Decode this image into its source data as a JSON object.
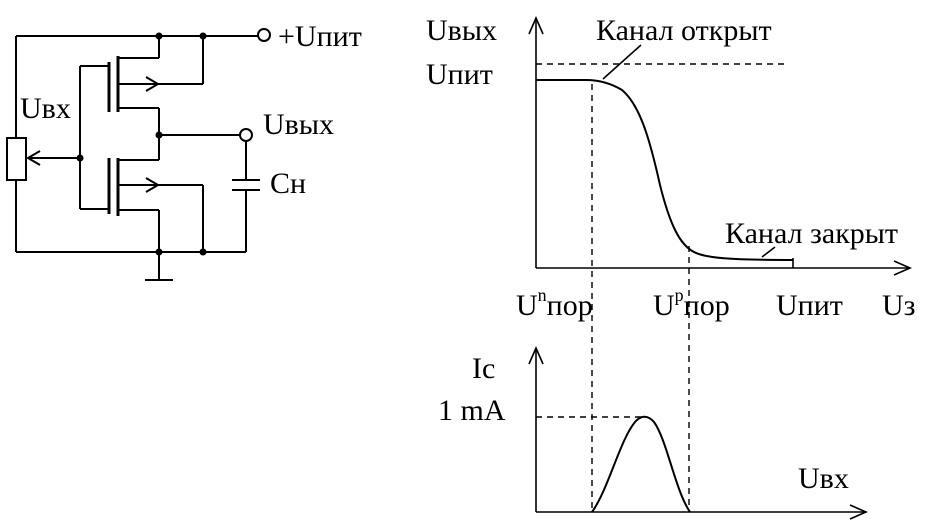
{
  "circuit": {
    "supply_label": "+Uпит",
    "input_label": "Uвх",
    "output_label": "Uвых",
    "load_cap_label": "Cн"
  },
  "transfer_chart": {
    "ylabel": "Uвых",
    "y_tick_label": "Uпит",
    "annotation_open": "Канал открыт",
    "annotation_closed": "Канал закрыт",
    "x_tick_n_base": "U",
    "x_tick_n_sup": "n",
    "x_tick_n_rest": "пор",
    "x_tick_p_base": "U",
    "x_tick_p_sup": "p",
    "x_tick_p_rest": "пор",
    "x_tick_supply": "Uпит",
    "xlabel": "Uз"
  },
  "current_chart": {
    "ylabel": "Ic",
    "y_tick_label": "1 mA",
    "xlabel": "Uвх"
  },
  "chart_data": {
    "type": "line",
    "x": [
      0,
      0.1,
      0.2,
      0.3,
      0.4,
      0.5,
      0.6,
      0.7,
      0.8,
      0.9,
      1.0
    ],
    "series": [
      {
        "values": [
          1.0,
          1.0,
          0.99,
          0.95,
          0.75,
          0.4,
          0.1,
          0.02,
          0.01,
          0.005,
          0.0
        ]
      }
    ]
  }
}
